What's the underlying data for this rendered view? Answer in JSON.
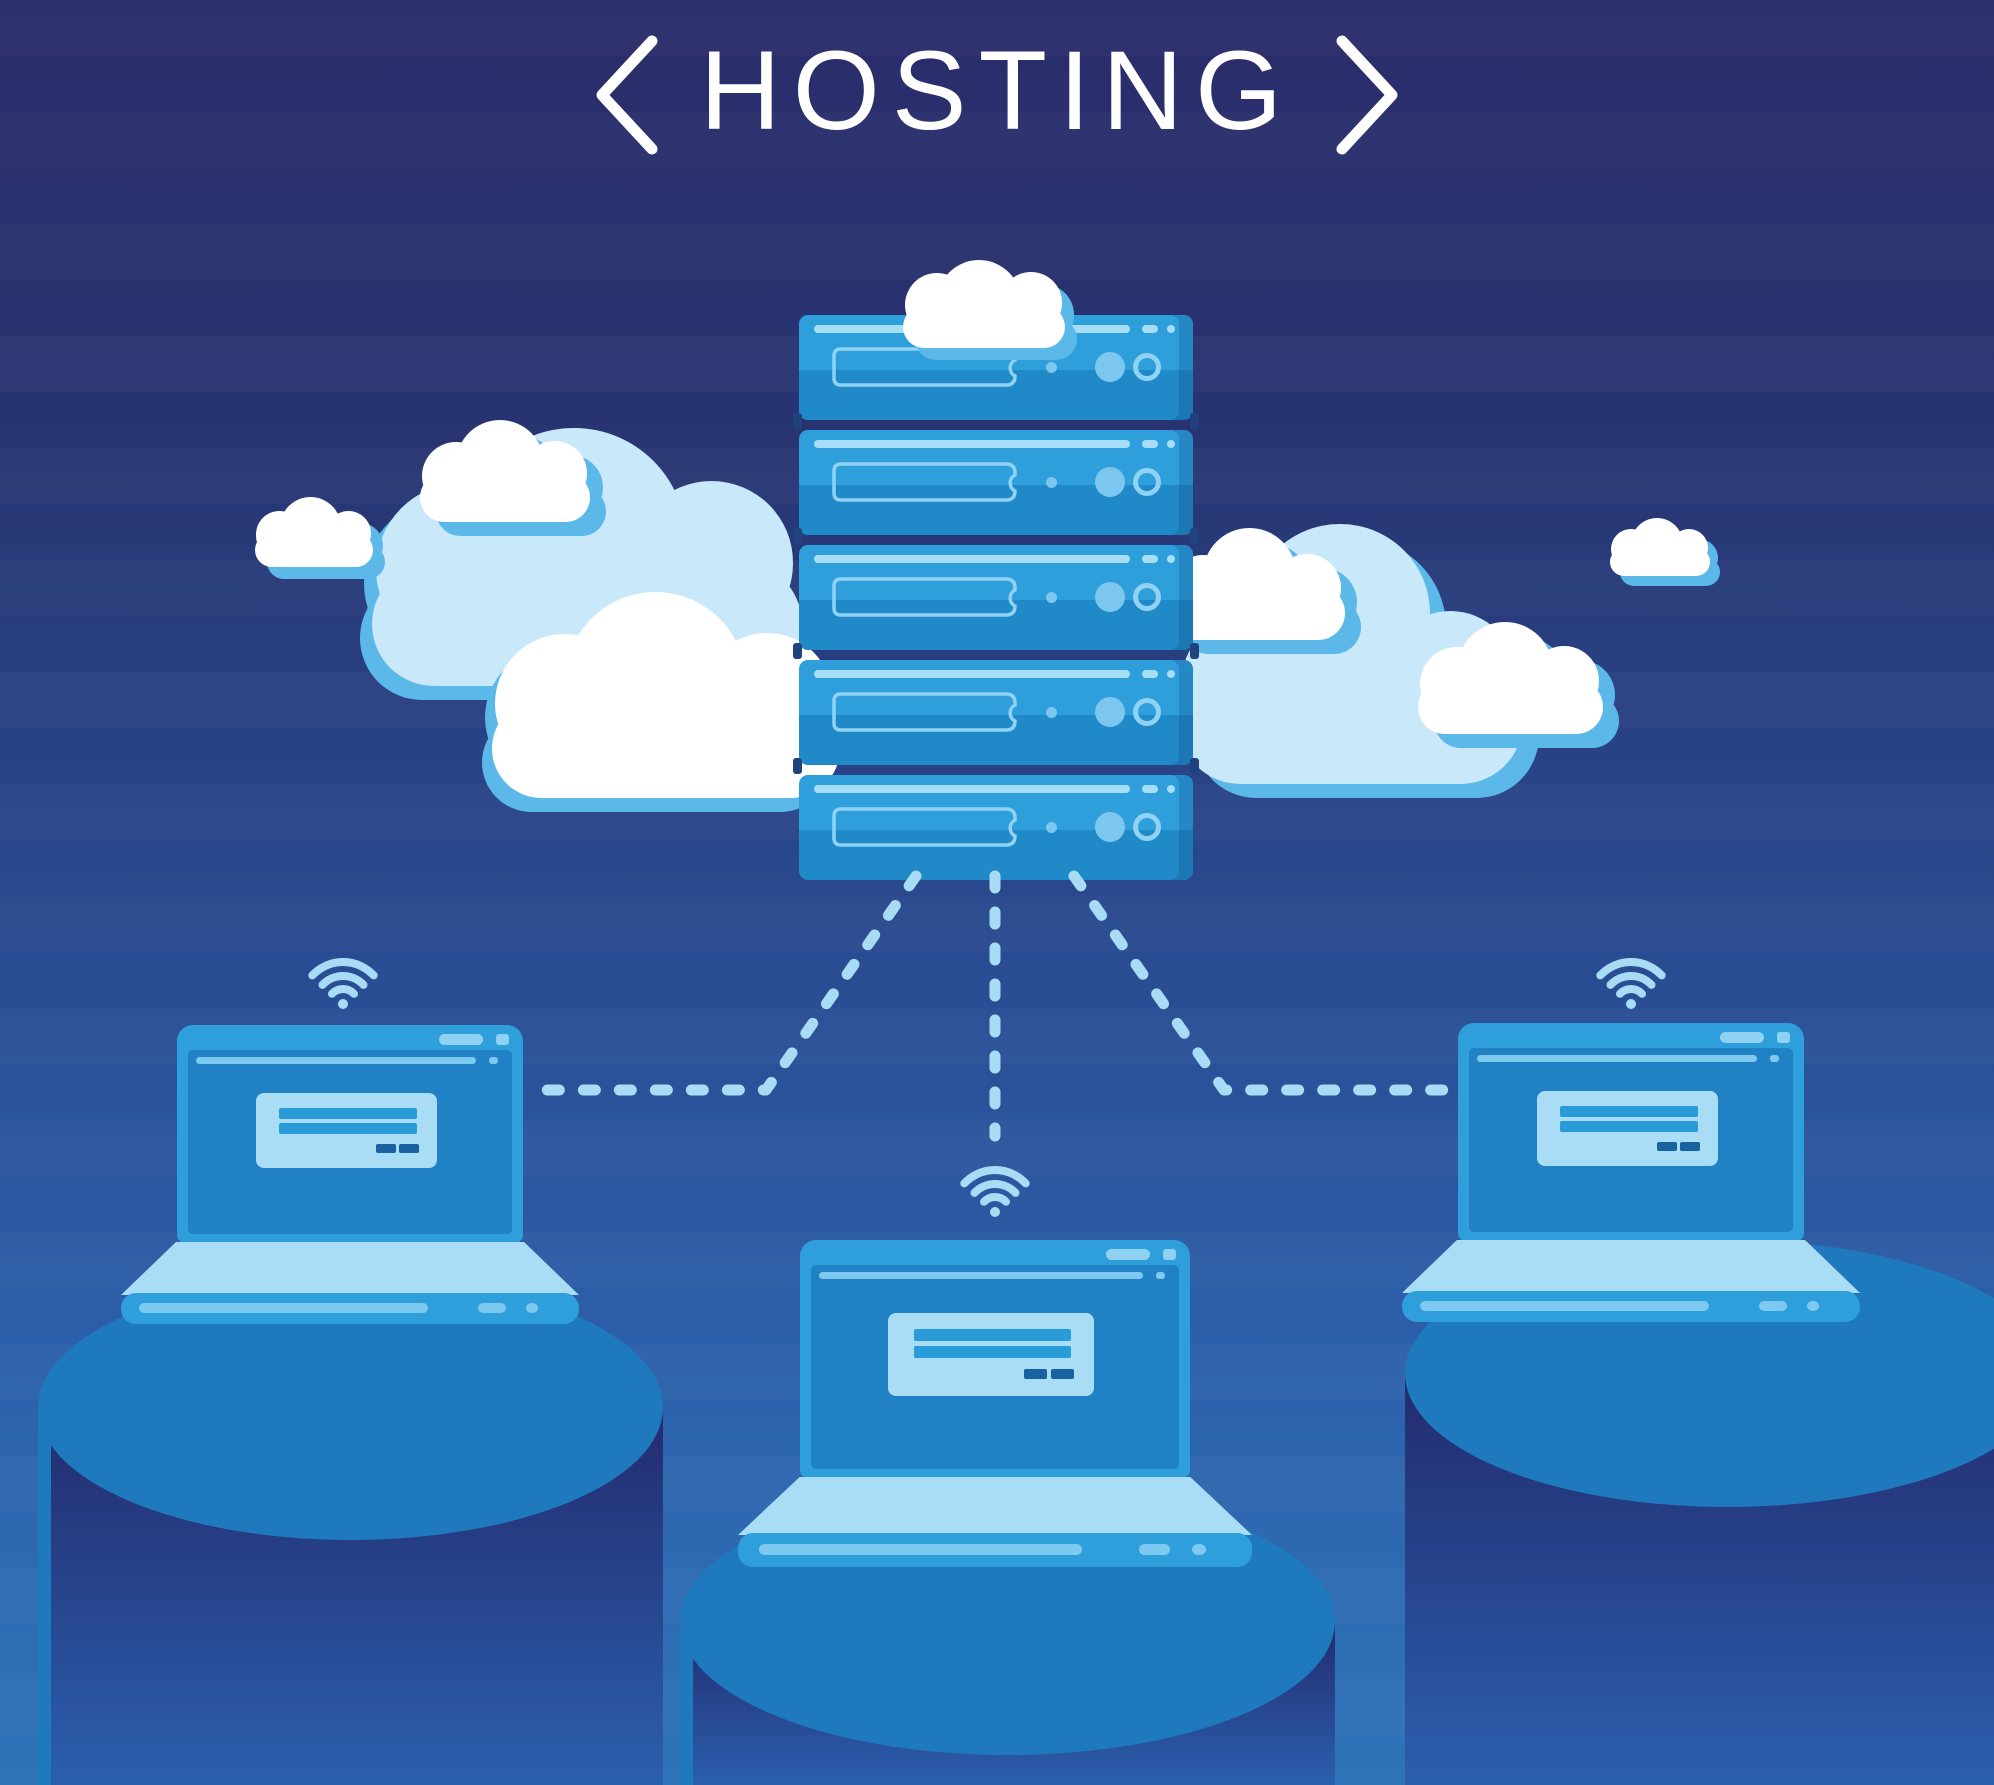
{
  "title": {
    "bracket_left": "<",
    "text": "HOSTING",
    "bracket_right": ">"
  },
  "palette": {
    "bg_top": "#2A2C6A",
    "bg_upper": "#283572",
    "bg_mid": "#294A90",
    "bg_lower": "#2C60AA",
    "bg_bottom": "#2E74B9",
    "title_color": "#FFFFFF",
    "cloud_white": "#FFFFFF",
    "cloud_blue": "#C9E8FA",
    "cloud_shadow": "#5CB8E9",
    "server_body": "#2F9FDC",
    "server_body_dark": "#2089C7",
    "server_detail": "#A6DEF8",
    "server_outline": "#8FD2F3",
    "server_led": "#7CC7F0",
    "server_tab": "#20427F",
    "laptop_lid": "#2F9FDB",
    "laptop_screen": "#2181C5",
    "laptop_light": "#A9DDF6",
    "laptop_accent": "#7EC9F0",
    "laptop_mark": "#8FD1F2",
    "dialog_bar": "#2A9BD9",
    "dialog_button": "#17629F",
    "dash_line": "#A8DCF5",
    "wifi_icon": "#A8DCF5",
    "pedestal_top": "#1F7ABD",
    "pedestal_face_top": "#232B6E",
    "pedestal_face_bottom": "#2B5FAE"
  },
  "scene": {
    "server_stack": {
      "unit_count": 5
    },
    "laptop_count": 3,
    "laptops": [
      {
        "position": "left"
      },
      {
        "position": "center"
      },
      {
        "position": "right"
      }
    ],
    "connection_count": 3,
    "cloud_count": 9
  }
}
